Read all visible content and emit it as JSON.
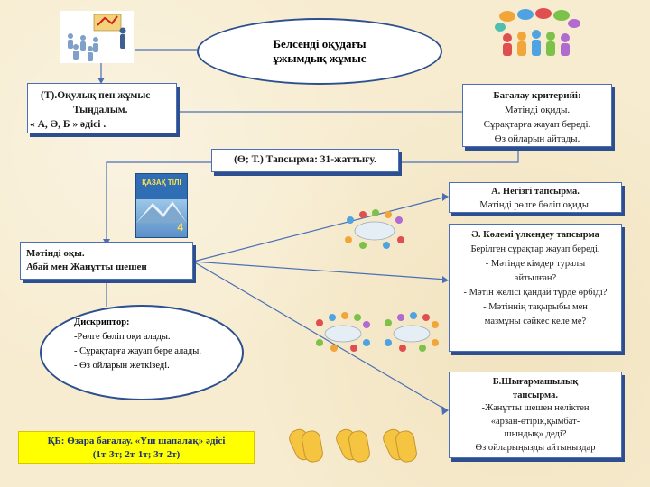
{
  "center": {
    "line1": "Белсенді  оқудағы",
    "line2": "ұжымдық жұмыс"
  },
  "teacher_box": {
    "line1": "(Т).Оқулық пен жұмыс",
    "line2": "Тыңдалым.",
    "line3": "« А, Ә, Б » әдісі ."
  },
  "criteria_box": {
    "title": "Бағалау критерийі:",
    "items": [
      "Мәтінді оқиды.",
      "Сұрақтарға жауап береді.",
      "Өз ойларын айтады."
    ]
  },
  "task_box": {
    "text": "(Ө; Т.) Тапсырма:  31-жаттығу."
  },
  "book": {
    "title": "ҚАЗАҚ ТІЛІ",
    "grade": "4"
  },
  "reading_box": {
    "line1": "Мәтінді оқы.",
    "line2": "Абай мен Жанұтты шешен"
  },
  "descriptor": {
    "title": "Дискриптор:",
    "items": [
      "-Рөлге бөліп оқи алады.",
      "- Сұрақтарға жауап бере алады.",
      "- Өз ойларын жеткізеді."
    ]
  },
  "task_a": {
    "title": "А. Негізгі тапсырма.",
    "text": "Мәтінді рөлге бөліп оқиды."
  },
  "task_ae": {
    "title": "Ә. Көлемі үлкендеу тапсырма",
    "lines": [
      "Берілген сұрақтар жауап береді.",
      "- Мәтінде кімдер туралы",
      "айтылған?",
      "- Мәтін желісі қандай түрде өрбіді?",
      "-  Мәтіннің  тақырыбы мен",
      "мазмұны сәйкес келе ме?"
    ]
  },
  "task_b": {
    "title": "Б.Шығармашылық",
    "title2": "тапсырма.",
    "lines": [
      "-Жанұтты шешен неліктен",
      "«арзан-өтірік,қымбат-",
      "шындық» деді?",
      "Өз ойларыңызды айтыңыздар"
    ]
  },
  "assessment": {
    "line1": "ҚБ: Өзара бағалау. «Үш шапалақ»  әдісі",
    "line2": "(1т-3т; 2т-1т; 3т-2т)"
  },
  "colors": {
    "line": "#4a6fb5",
    "border": "#2c4f8f",
    "yellow": "#ffff00"
  }
}
